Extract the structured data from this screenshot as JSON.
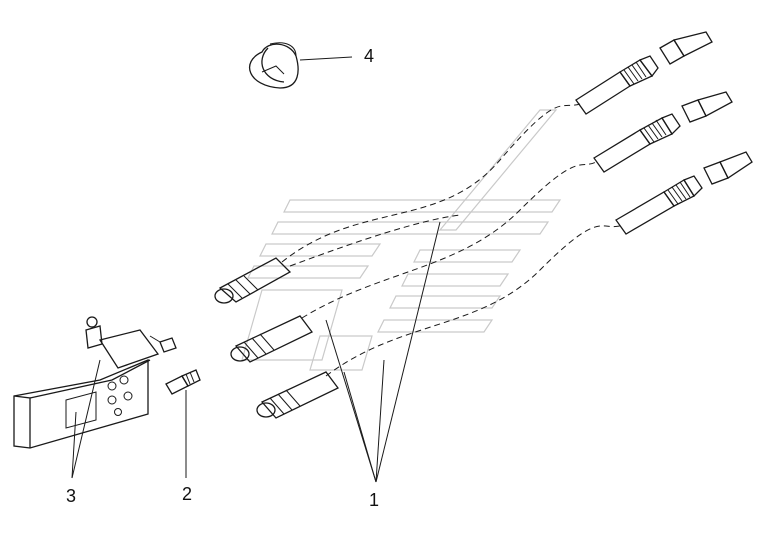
{
  "diagram": {
    "callouts": [
      {
        "id": "1",
        "label": "1"
      },
      {
        "id": "2",
        "label": "2"
      },
      {
        "id": "3",
        "label": "3"
      },
      {
        "id": "4",
        "label": "4"
      }
    ]
  },
  "colors": {
    "line": "#1a1a1a",
    "watermark": "#c9c9c9",
    "background": "#ffffff"
  }
}
